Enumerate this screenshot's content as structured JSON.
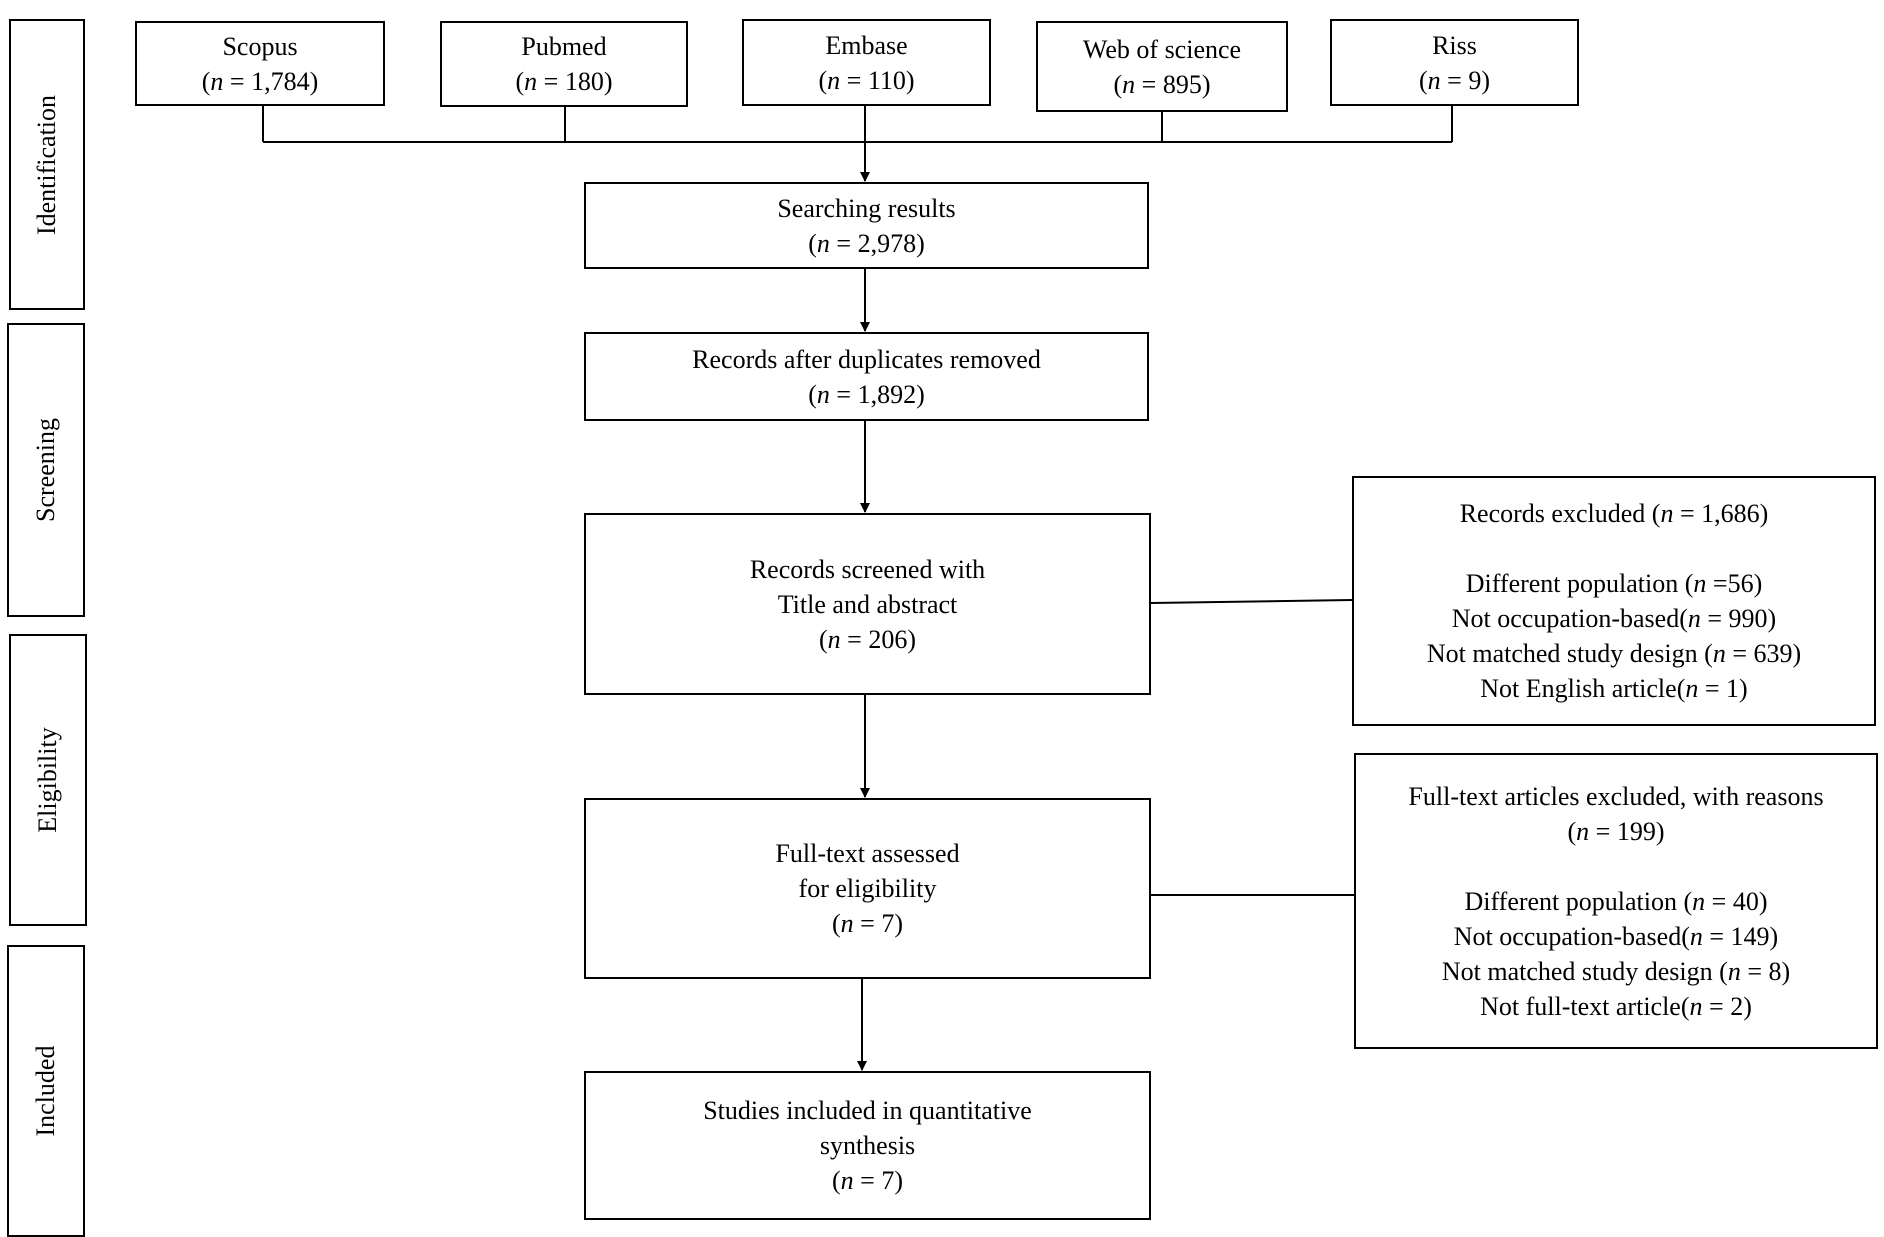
{
  "phases": [
    {
      "label": "Identification"
    },
    {
      "label": "Screening"
    },
    {
      "label": "Eligibility"
    },
    {
      "label": "Included"
    }
  ],
  "sources": [
    {
      "name": "Scopus",
      "n": "1,784"
    },
    {
      "name": "Pubmed",
      "n": "180"
    },
    {
      "name": "Embase",
      "n": "110"
    },
    {
      "name": "Web of science",
      "n": "895"
    },
    {
      "name": "Riss",
      "n": "9"
    }
  ],
  "n_symbol": "n",
  "searching": {
    "title": "Searching results",
    "n": "2,978"
  },
  "duplicates": {
    "title": "Records after duplicates removed",
    "n": "1,892"
  },
  "screened": {
    "title_line1": "Records screened with",
    "title_line2": "Title and abstract",
    "n": "206"
  },
  "fulltext": {
    "title_line1": "Full-text assessed",
    "title_line2": "for eligibility",
    "n": "7"
  },
  "included": {
    "title_line1": "Studies included in quantitative",
    "title_line2": "synthesis",
    "n": "7"
  },
  "excluded_records": {
    "title": "Records excluded",
    "n": "1,686",
    "reasons": [
      {
        "label": "Different population",
        "n": "56"
      },
      {
        "label": "Not occupation-based",
        "n": "990"
      },
      {
        "label": "Not matched study design",
        "n": "639"
      },
      {
        "label": "Not English article",
        "n": "1"
      }
    ]
  },
  "excluded_fulltext": {
    "title": "Full-text articles excluded, with reasons",
    "n": "199",
    "reasons": [
      {
        "label": "Different population",
        "n": "40"
      },
      {
        "label": "Not occupation-based",
        "n": "149"
      },
      {
        "label": "Not matched study design",
        "n": "8"
      },
      {
        "label": "Not full-text article",
        "n": "2"
      }
    ]
  }
}
